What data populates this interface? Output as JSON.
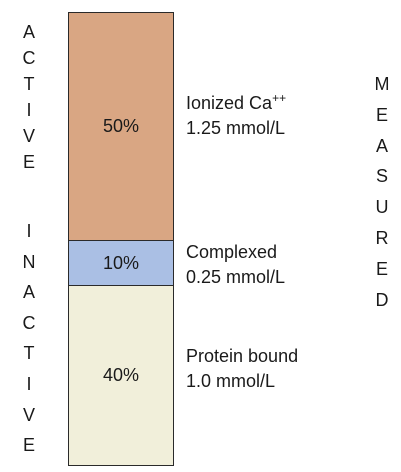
{
  "left_text_active": [
    "A",
    "C",
    "T",
    "I",
    "V",
    "E"
  ],
  "left_text_inactive": [
    "I",
    "N",
    "A",
    "C",
    "T",
    "I",
    "V",
    "E"
  ],
  "right_text_measured": [
    "M",
    "E",
    "A",
    "S",
    "U",
    "R",
    "E",
    "D"
  ],
  "segments": [
    {
      "key": "ionized",
      "percent": "50%",
      "fraction": 0.5,
      "color": "#d9a683",
      "name": "Ionized Ca",
      "name_sup": "++",
      "value": "1.25 mmol/L"
    },
    {
      "key": "complexed",
      "percent": "10%",
      "fraction": 0.1,
      "color": "#aabfe4",
      "name": "Complexed",
      "name_sup": "",
      "value": "0.25 mmol/L"
    },
    {
      "key": "protein",
      "percent": "40%",
      "fraction": 0.4,
      "color": "#f1efda",
      "name": "Protein bound",
      "name_sup": "",
      "value": "1.0 mmol/L"
    }
  ]
}
